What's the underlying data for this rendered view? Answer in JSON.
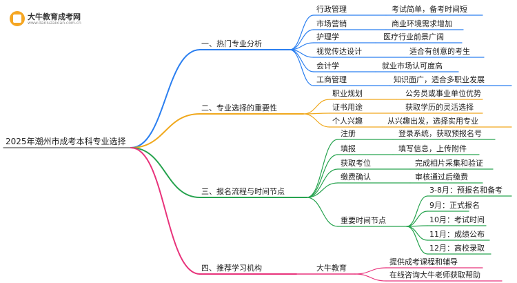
{
  "logo": {
    "title": "大牛教育成考网",
    "url": "www.daniuzaixian.com.cn"
  },
  "root": "2025年潮州市成考本科专业选择",
  "colors": {
    "branch1": "#2b7ff0",
    "branch2": "#f0a81c",
    "branch3": "#27a34f",
    "branch4": "#e8337b"
  },
  "branches": [
    {
      "label": "一、热门专业分析",
      "children": [
        {
          "label": "行政管理",
          "note": "考试简单，备考时间短"
        },
        {
          "label": "市场营销",
          "note": "商业环境需求增加"
        },
        {
          "label": "护理学",
          "note": "医疗行业前景广阔"
        },
        {
          "label": "视觉传达设计",
          "note": "适合有创意的考生"
        },
        {
          "label": "会计学",
          "note": "就业市场认可度高"
        },
        {
          "label": "工商管理",
          "note": "知识面广，适合多职业发展"
        }
      ]
    },
    {
      "label": "二、专业选择的重要性",
      "children": [
        {
          "label": "职业规划",
          "note": "公务员或事业单位优势"
        },
        {
          "label": "证书用途",
          "note": "获取学历的灵活选择"
        },
        {
          "label": "个人兴趣",
          "note": "从兴趣出发，选择实用专业"
        }
      ]
    },
    {
      "label": "三、报名流程与时间节点",
      "children": [
        {
          "label": "注册",
          "note": "登录系统，获取预报名号"
        },
        {
          "label": "填报",
          "note": "填写信息，上传附件"
        },
        {
          "label": "获取考位",
          "note": "完成相片采集和验证"
        },
        {
          "label": "缴费确认",
          "note": "审核通过后缴费"
        },
        {
          "label": "重要时间节点",
          "subs": [
            "3-8月：预报名和备考",
            "9月：正式报名",
            "10月：考试时间",
            "11月：成绩公布",
            "12月：高校录取"
          ]
        }
      ]
    },
    {
      "label": "四、推荐学习机构",
      "children": [
        {
          "label": "大牛教育",
          "subs": [
            "提供成考课程和辅导",
            "在线咨询大牛老师获取帮助"
          ]
        }
      ]
    }
  ]
}
